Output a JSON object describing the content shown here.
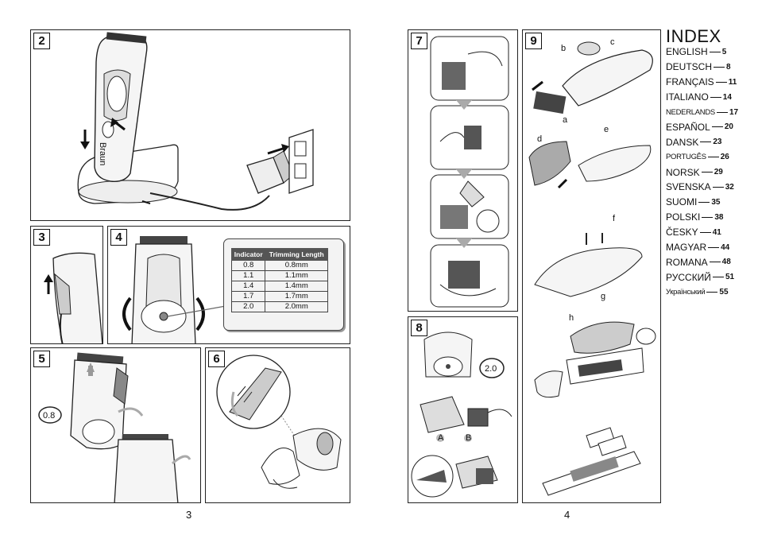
{
  "pages": {
    "left_number": "3",
    "right_number": "4"
  },
  "figures": [
    {
      "id": "2"
    },
    {
      "id": "3"
    },
    {
      "id": "4"
    },
    {
      "id": "5"
    },
    {
      "id": "6"
    },
    {
      "id": "7"
    },
    {
      "id": "8"
    },
    {
      "id": "9"
    }
  ],
  "clipper_brand": "Braun",
  "fig4_table": {
    "header_indicator": "Indicator",
    "header_trimming": "Trimming Length",
    "rows": [
      {
        "indicator": "0.8",
        "length": "0.8mm"
      },
      {
        "indicator": "1.1",
        "length": "1.1mm"
      },
      {
        "indicator": "1.4",
        "length": "1.4mm"
      },
      {
        "indicator": "1.7",
        "length": "1.7mm"
      },
      {
        "indicator": "2.0",
        "length": "2.0mm"
      }
    ]
  },
  "fig5_dial_value": "0.8",
  "fig8_dial_value": "2.0",
  "fig8_labels": {
    "a": "A",
    "b": "B"
  },
  "fig9_labels": {
    "a": "a",
    "b": "b",
    "c": "c",
    "d": "d",
    "e": "e",
    "f": "f",
    "g": "g",
    "h": "h"
  },
  "index": {
    "title": "INDEX",
    "entries": [
      {
        "lang": "ENGLISH",
        "page": "5"
      },
      {
        "lang": "DEUTSCH",
        "page": "8"
      },
      {
        "lang": "FRANÇAIS",
        "page": "11"
      },
      {
        "lang": "ITALIANO",
        "page": "14"
      },
      {
        "lang": "NEDERLANDS",
        "page": "17"
      },
      {
        "lang": "ESPAÑOL",
        "page": "20"
      },
      {
        "lang": "DANSK",
        "page": "23"
      },
      {
        "lang": "PORTUGÊS",
        "page": "26"
      },
      {
        "lang": "NORSK",
        "page": "29"
      },
      {
        "lang": "SVENSKA",
        "page": "32"
      },
      {
        "lang": "SUOMI",
        "page": "35"
      },
      {
        "lang": "POLSKI",
        "page": "38"
      },
      {
        "lang": "ČESKY",
        "page": "41"
      },
      {
        "lang": "MAGYAR",
        "page": "44"
      },
      {
        "lang": "ROMANA",
        "page": "48"
      },
      {
        "lang": "РУССКИЙ",
        "page": "51"
      },
      {
        "lang": "Українськиӣ",
        "page": "55"
      }
    ]
  }
}
